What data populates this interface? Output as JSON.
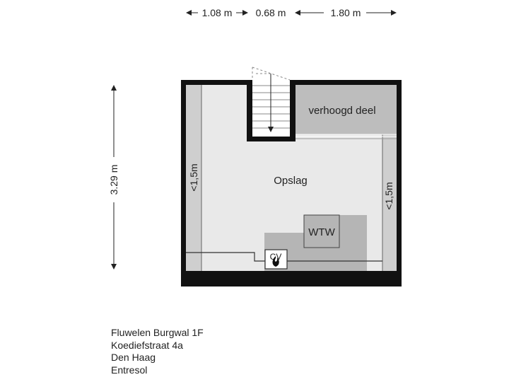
{
  "dimensions": {
    "horizontal": [
      "1.08 m",
      "0.68 m",
      "1.80 m"
    ],
    "vertical": "3.29 m"
  },
  "rooms": {
    "main": "Opslag",
    "raised": "verhoogd deel",
    "low_ceiling_left": "<1,5m",
    "low_ceiling_right": "<1,5m",
    "ventilation_unit": "WTW",
    "boiler": "CV"
  },
  "address": {
    "line1": "Fluwelen Burgwal 1F",
    "line2": "Koediefstraat 4a",
    "line3": "Den Haag",
    "line4": "Entresol"
  },
  "colors": {
    "wall": "#111111",
    "floor": "#e9e9e9",
    "low_zone": "#cfcfcf",
    "raised_zone": "#bdbdbd",
    "equipment_zone": "#b5b5b5"
  }
}
